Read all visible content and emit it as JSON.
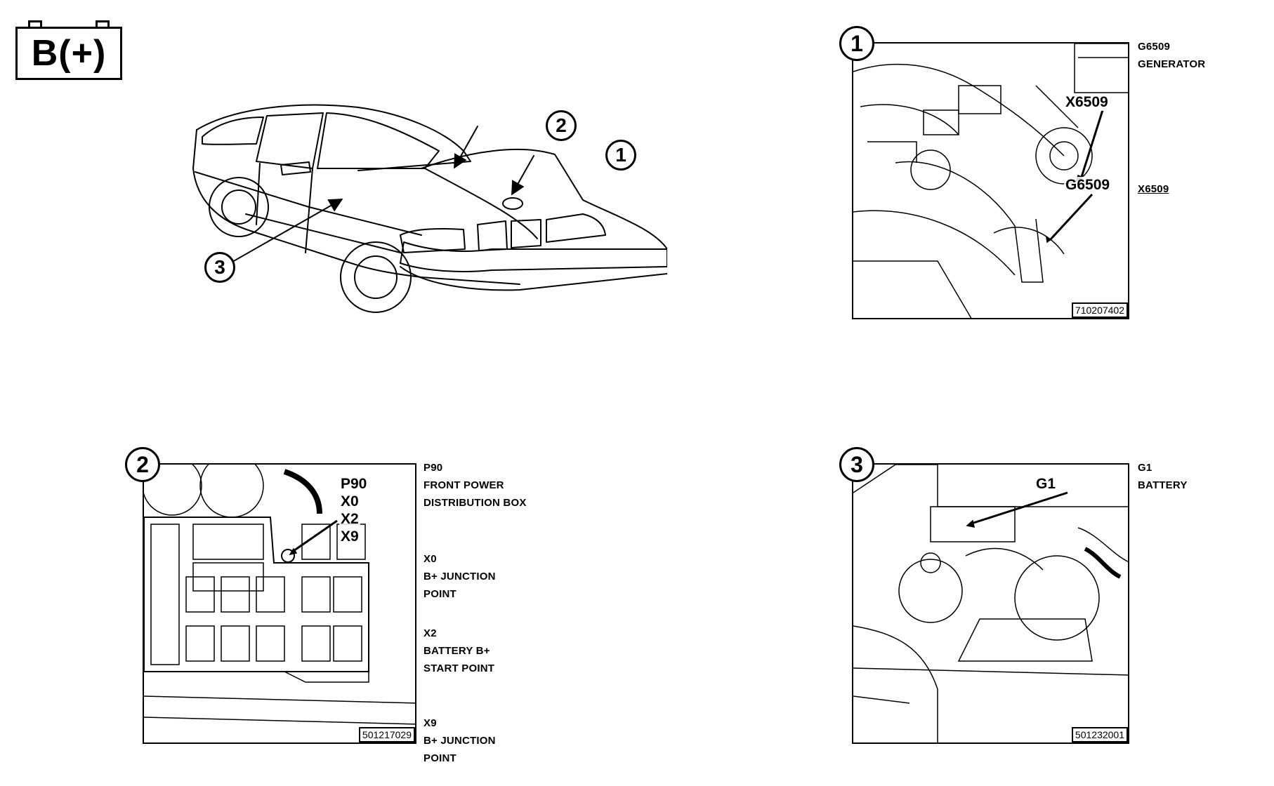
{
  "badge": {
    "text": "B(+)"
  },
  "overview": {
    "markers": [
      {
        "label": "1"
      },
      {
        "label": "2"
      },
      {
        "label": "3"
      }
    ]
  },
  "panel1": {
    "number": "1",
    "callouts": [
      "X6509",
      "G6509"
    ],
    "ref_code": "710207402",
    "captions": [
      {
        "code": "G6509",
        "lines": [
          "GENERATOR"
        ],
        "underlined": false
      },
      {
        "code": "X6509",
        "lines": [],
        "underlined": true
      }
    ]
  },
  "panel2": {
    "number": "2",
    "callouts": [
      "P90",
      "X0",
      "X2",
      "X9"
    ],
    "ref_code": "501217029",
    "captions": [
      {
        "code": "P90",
        "lines": [
          "FRONT POWER",
          "DISTRIBUTION BOX"
        ]
      },
      {
        "code": "X0",
        "lines": [
          "B+ JUNCTION",
          "POINT"
        ]
      },
      {
        "code": "X2",
        "lines": [
          "BATTERY B+",
          "START POINT"
        ]
      },
      {
        "code": "X9",
        "lines": [
          "B+ JUNCTION",
          "POINT"
        ]
      }
    ]
  },
  "panel3": {
    "number": "3",
    "callouts": [
      "G1"
    ],
    "ref_code": "501232001",
    "captions": [
      {
        "code": "G1",
        "lines": [
          "BATTERY"
        ]
      }
    ]
  }
}
